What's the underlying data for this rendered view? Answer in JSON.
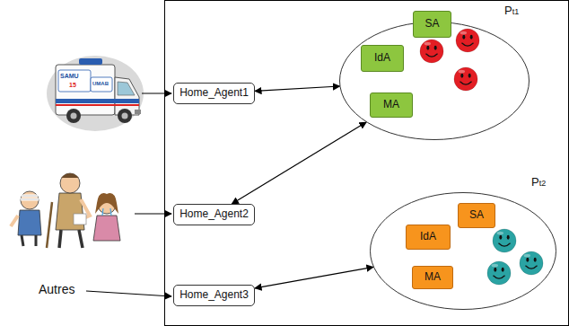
{
  "diagram": {
    "nodes": [
      {
        "text": [
          "Home_Agent1"
        ]
      },
      {
        "text": [
          "Home_Agent2"
        ]
      },
      {
        "text": [
          "Home_Agent3"
        ]
      },
      {
        "text": [
          "Pt1"
        ]
      },
      {
        "text": [
          "IdA"
        ],
        "in": 3
      },
      {
        "text": [
          "SA"
        ],
        "in": 3
      },
      {
        "text": [
          "MA"
        ],
        "in": 3
      },
      {
        "text": [
          "Pt2"
        ]
      },
      {
        "text": [
          "IdA"
        ],
        "in": 7
      },
      {
        "text": [
          "SA"
        ],
        "in": 7
      },
      {
        "text": [
          "MA"
        ],
        "in": 7
      }
    ],
    "edges": [
      {
        "from": 0,
        "to": 3,
        "arrow": "both"
      },
      {
        "from": 1,
        "to": 3,
        "arrow": "both"
      },
      {
        "from": 2,
        "to": 7,
        "arrow": "both"
      }
    ],
    "labels": [
      "SAMU",
      "15",
      "UMAB",
      "Autres"
    ]
  }
}
